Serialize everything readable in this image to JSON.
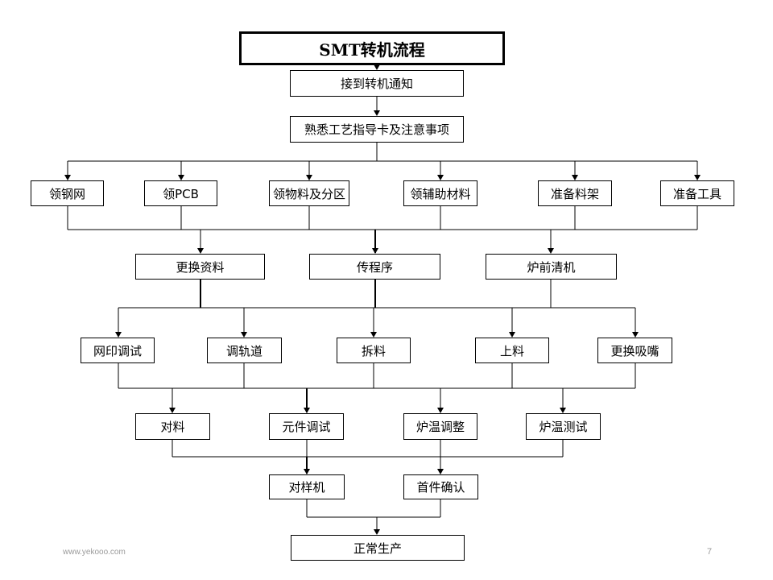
{
  "title": "SMT转机流程",
  "nodes": {
    "receive_notice": "接到转机通知",
    "familiarize": "熟悉工艺指导卡及注意事项",
    "get_stencil": "领钢网",
    "get_pcb": "领PCB",
    "get_materials": "领物料及分区",
    "get_aux": "领辅助材料",
    "prep_rack": "准备料架",
    "prep_tools": "准备工具",
    "change_data": "更换资料",
    "transfer_program": "传程序",
    "clean_oven": "炉前清机",
    "print_adjust": "网印调试",
    "rail_adjust": "调轨道",
    "unload": "拆料",
    "load": "上料",
    "change_nozzle": "更换吸嘴",
    "check_material": "对料",
    "component_adjust": "元件调试",
    "oven_temp_adjust": "炉温调整",
    "oven_temp_test": "炉温测试",
    "sample_check": "对样机",
    "first_article": "首件确认",
    "production": "正常生产"
  },
  "footer": {
    "url": "www.yekooo.com",
    "page": "7"
  }
}
